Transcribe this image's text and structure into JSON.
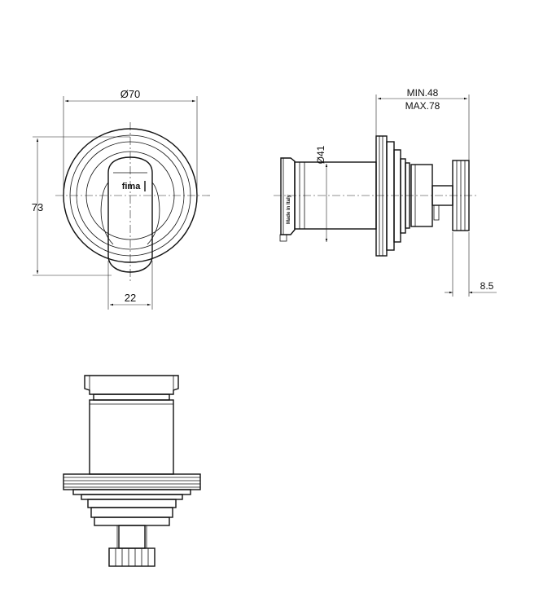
{
  "dimensions": {
    "front_diameter": "Ø70",
    "front_height": "73",
    "handle_width": "22",
    "side_diameter": "Ø41",
    "depth_min": "MIN.48",
    "depth_max": "MAX.78",
    "knob_depth": "8.5"
  },
  "labels": {
    "brand": "fima",
    "origin": "Made in Italy"
  }
}
